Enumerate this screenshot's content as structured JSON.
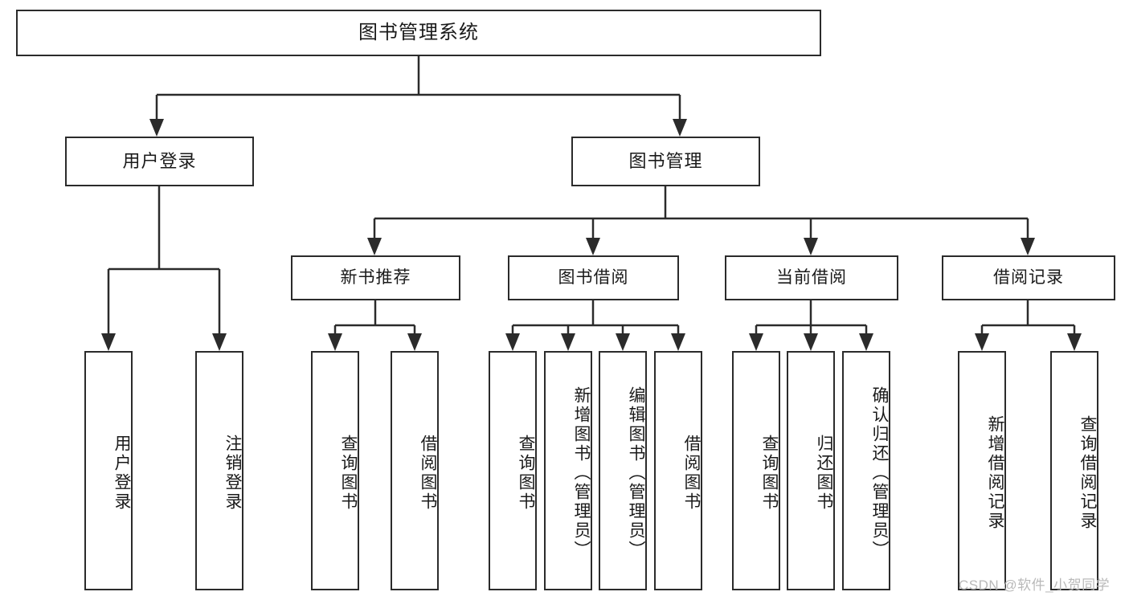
{
  "diagram": {
    "type": "hierarchy-tree",
    "title": "图书管理系统",
    "root": {
      "id": "root",
      "label": "图书管理系统"
    },
    "level1": [
      {
        "id": "user-login",
        "label": "用户登录"
      },
      {
        "id": "book-manage",
        "label": "图书管理"
      }
    ],
    "level2": [
      {
        "id": "new-book-rec",
        "label": "新书推荐",
        "parent": "book-manage"
      },
      {
        "id": "book-borrow",
        "label": "图书借阅",
        "parent": "book-manage"
      },
      {
        "id": "current-borrow",
        "label": "当前借阅",
        "parent": "book-manage"
      },
      {
        "id": "borrow-record",
        "label": "借阅记录",
        "parent": "book-manage"
      }
    ],
    "leaves": [
      {
        "id": "leaf-user-login",
        "label": "用户登录",
        "parent": "user-login"
      },
      {
        "id": "leaf-logout",
        "label": "注销登录",
        "parent": "user-login"
      },
      {
        "id": "leaf-query-book-1",
        "label": "查询图书",
        "parent": "new-book-rec"
      },
      {
        "id": "leaf-borrow-book-1",
        "label": "借阅图书",
        "parent": "new-book-rec"
      },
      {
        "id": "leaf-query-book-2",
        "label": "查询图书",
        "parent": "book-borrow"
      },
      {
        "id": "leaf-add-book",
        "label": "新增图书（管理员）",
        "parent": "book-borrow"
      },
      {
        "id": "leaf-edit-book",
        "label": "编辑图书（管理员）",
        "parent": "book-borrow"
      },
      {
        "id": "leaf-borrow-book-2",
        "label": "借阅图书",
        "parent": "book-borrow"
      },
      {
        "id": "leaf-query-book-3",
        "label": "查询图书",
        "parent": "current-borrow"
      },
      {
        "id": "leaf-return-book",
        "label": "归还图书",
        "parent": "current-borrow"
      },
      {
        "id": "leaf-confirm-return",
        "label": "确认归还（管理员）",
        "parent": "current-borrow"
      },
      {
        "id": "leaf-add-record",
        "label": "新增借阅记录",
        "parent": "borrow-record"
      },
      {
        "id": "leaf-query-record",
        "label": "查询借阅记录",
        "parent": "borrow-record"
      }
    ]
  },
  "watermark": {
    "text": "CSDN @软件_小贺同学"
  },
  "colors": {
    "stroke": "#2b2b2b",
    "text": "#1a1a1a",
    "background": "#ffffff",
    "watermark": "#b9b9b9"
  }
}
